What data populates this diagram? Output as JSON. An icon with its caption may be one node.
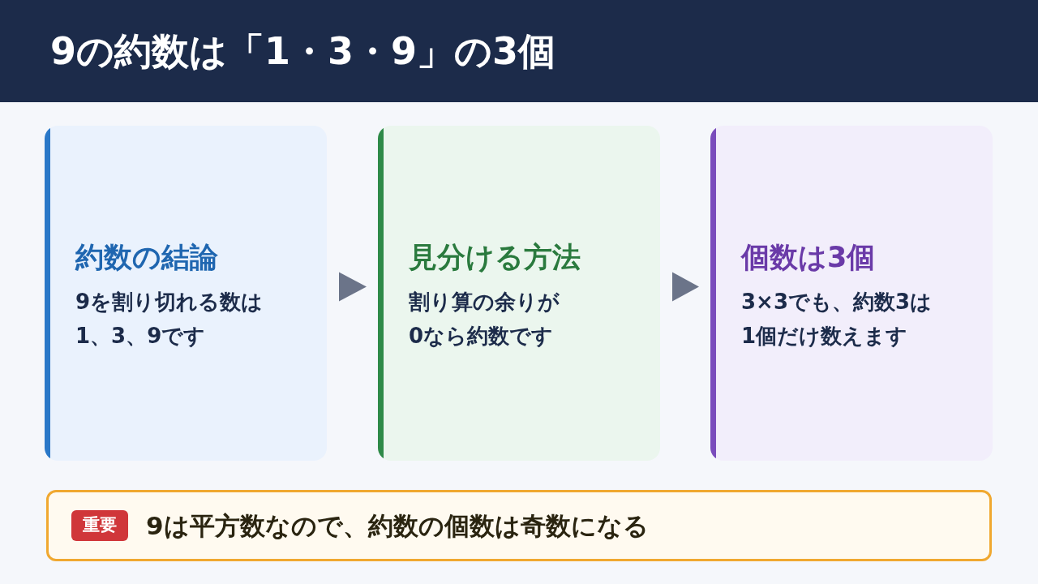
{
  "diagram": {
    "title": "9の約数は「1・3・9」の3個",
    "nodes": [
      {
        "text": [
          "約数の結論",
          "9を割り切れる数は1、3、9です"
        ]
      },
      {
        "text": [
          "見分ける方法",
          "割り算の余りが0なら約数です"
        ]
      },
      {
        "text": [
          "個数は3個",
          "3×3でも、約数3は1個だけ数えます"
        ]
      },
      {
        "text": [
          "9は平方数なので、約数の個数は奇数になる"
        ]
      },
      {
        "text": [
          "重要"
        ],
        "in": 3
      }
    ],
    "edges": [
      {
        "from": 0,
        "to": 1,
        "arrow": "to"
      },
      {
        "from": 1,
        "to": 2,
        "arrow": "to"
      }
    ]
  }
}
